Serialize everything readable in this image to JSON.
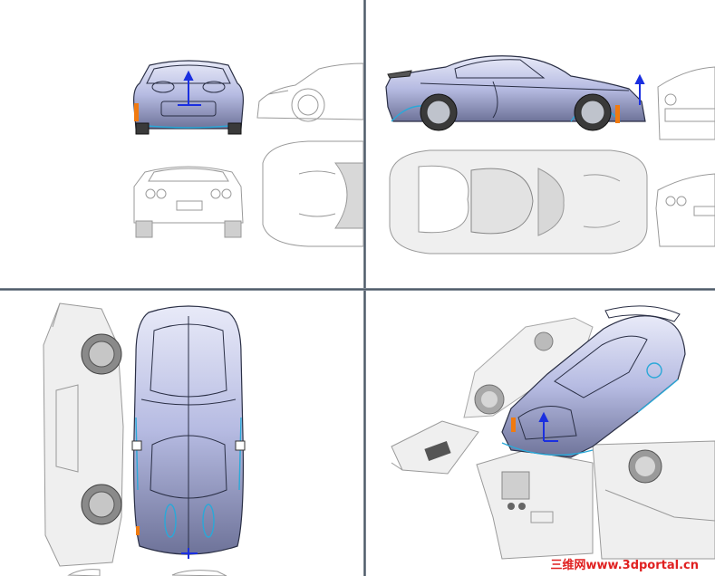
{
  "viewports": [
    {
      "id": "front",
      "content": "front view reference images with front body model"
    },
    {
      "id": "side",
      "content": "side view model with reference images"
    },
    {
      "id": "top",
      "content": "top view model with reference images"
    },
    {
      "id": "perspective",
      "content": "perspective view with reference planes"
    }
  ],
  "watermark": "三维网www.3dportal.cn",
  "colors": {
    "background": "#ffffff",
    "divider": "#3f4b57",
    "model_fill": "#b8bde6",
    "edge_highlight": "#2aa8d8",
    "axis": "#1a2fe0",
    "handle": "#f07a10",
    "watermark": "#e02020"
  }
}
